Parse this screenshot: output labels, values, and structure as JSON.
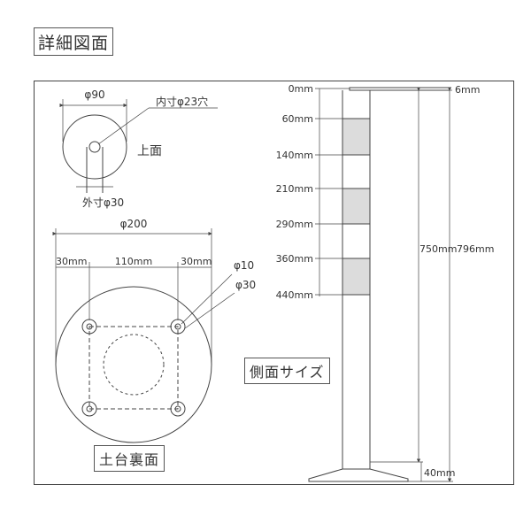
{
  "title": "詳細図面",
  "top_view": {
    "dia_outer": "φ90",
    "inner_hole": "内寸φ23穴",
    "label": "上面",
    "outer_pipe": "外寸φ30"
  },
  "base_view": {
    "dia": "φ200",
    "left_offset": "30mm",
    "center_span": "110mm",
    "right_offset": "30mm",
    "bolt_hole": "φ10",
    "boss": "φ30",
    "label": "土台裏面"
  },
  "side_view": {
    "label": "側面サイズ",
    "marks": [
      "0mm",
      "60mm",
      "140mm",
      "210mm",
      "290mm",
      "360mm",
      "440mm"
    ],
    "cap_thickness": "6mm",
    "pole_height": "750mm",
    "total_height": "796mm",
    "base_height": "40mm"
  }
}
